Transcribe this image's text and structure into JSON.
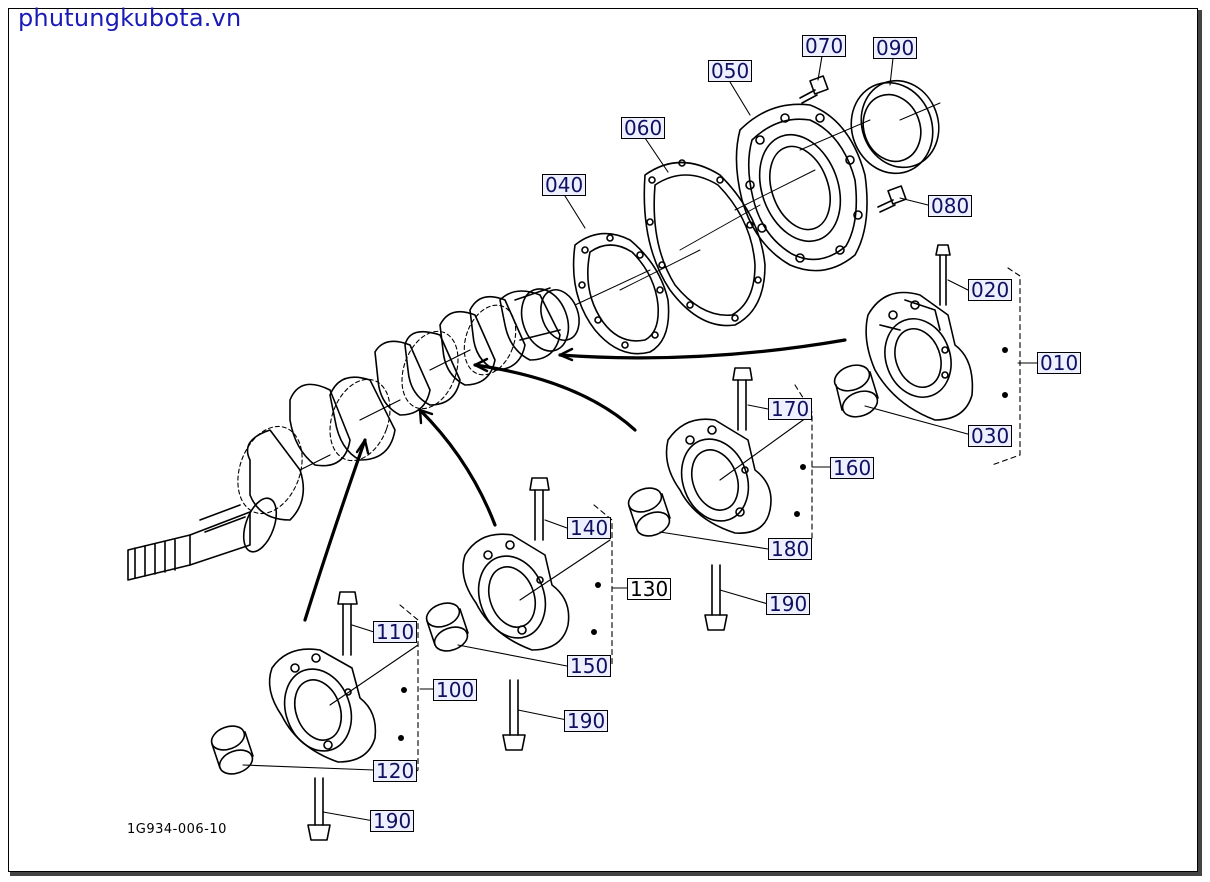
{
  "watermark": "phutungkubota.vn",
  "diagram_code": "1G934-006-10",
  "callouts": {
    "p010": "010",
    "p020": "020",
    "p030": "030",
    "p040": "040",
    "p050": "050",
    "p060": "060",
    "p070": "070",
    "p080": "080",
    "p090": "090",
    "p100": "100",
    "p110": "110",
    "p120": "120",
    "p130": "130",
    "p140": "140",
    "p150": "150",
    "p160": "160",
    "p170": "170",
    "p180": "180",
    "p190a": "190",
    "p190b": "190",
    "p190c": "190"
  }
}
